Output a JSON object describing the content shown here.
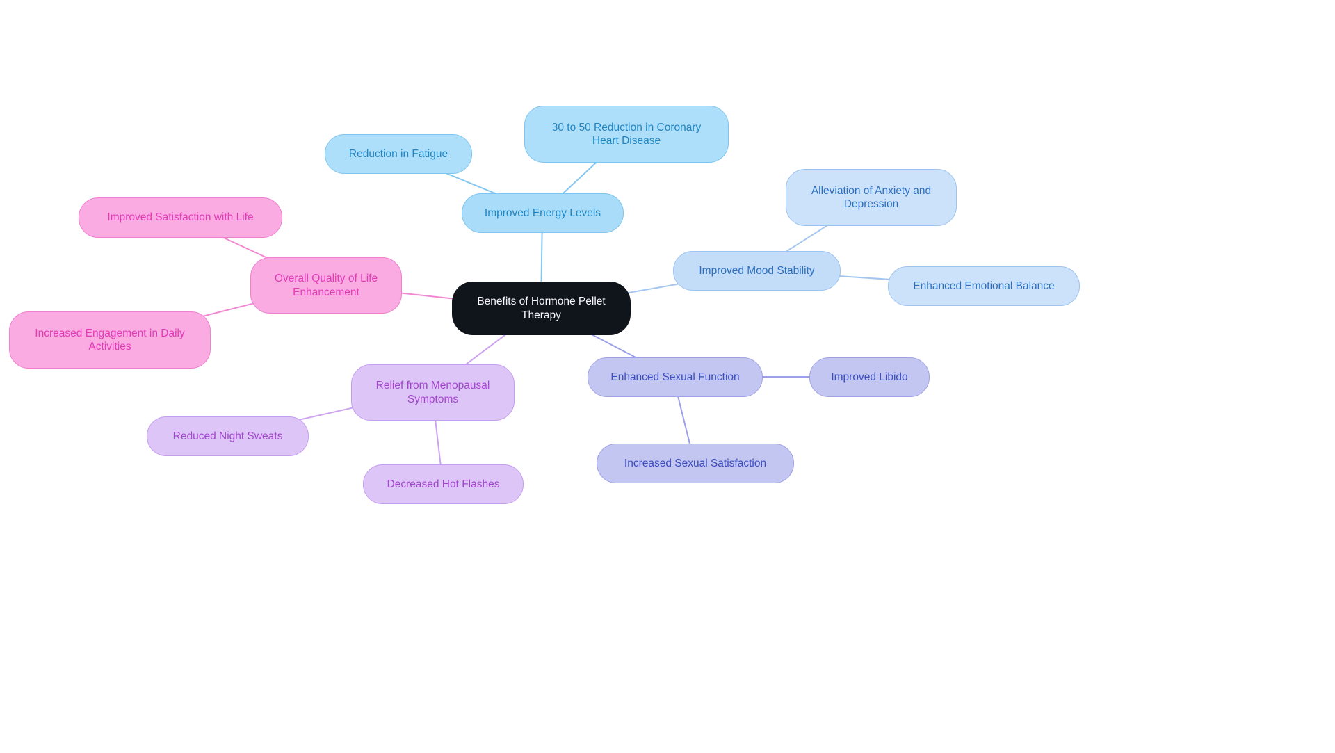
{
  "diagram": {
    "type": "mindmap",
    "background": "#ffffff"
  },
  "center": {
    "label": "Benefits of Hormone Pellet Therapy",
    "bg_color": "#10141b",
    "text_color": "#f5f7fa"
  },
  "branches": {
    "energy": {
      "label": "Improved Energy Levels",
      "fill_color": "#a8dcf8",
      "text_color": "#1f85c3",
      "edge_color": "#85c7f0",
      "children": {
        "fatigue": {
          "label": "Reduction in Fatigue"
        },
        "coronary": {
          "label": "30 to 50 Reduction in Coronary Heart Disease"
        }
      }
    },
    "mood": {
      "label": "Improved Mood Stability",
      "fill_color": "#c3dcf8",
      "text_color": "#2a6fc2",
      "edge_color": "#a3c6f0",
      "children": {
        "anxiety": {
          "label": "Alleviation of Anxiety and Depression"
        },
        "balance": {
          "label": "Enhanced Emotional Balance"
        }
      }
    },
    "sexual": {
      "label": "Enhanced Sexual Function",
      "fill_color": "#c4c6f2",
      "text_color": "#3a4ec0",
      "edge_color": "#9ca0e8",
      "children": {
        "libido": {
          "label": "Improved Libido"
        },
        "satisfaction": {
          "label": "Increased Sexual Satisfaction"
        }
      }
    },
    "menopause": {
      "label": "Relief from Menopausal Symptoms",
      "fill_color": "#ddc6f7",
      "text_color": "#a445ce",
      "edge_color": "#cda2ef",
      "children": {
        "nightsweats": {
          "label": "Reduced Night Sweats"
        },
        "hotflashes": {
          "label": "Decreased Hot Flashes"
        }
      }
    },
    "qol": {
      "label": "Overall Quality of Life Enhancement",
      "fill_color": "#f9abe2",
      "text_color": "#e33bb8",
      "edge_color": "#f287d2",
      "children": {
        "lifesat": {
          "label": "Improved Satisfaction with Life"
        },
        "engagement": {
          "label": "Increased Engagement in Daily Activities"
        }
      }
    }
  }
}
